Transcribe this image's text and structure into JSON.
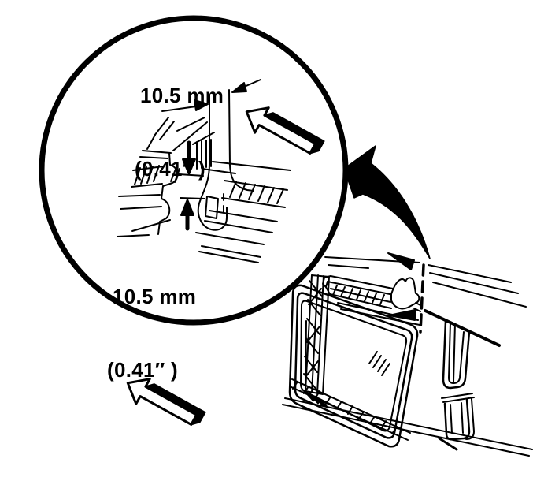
{
  "canvas": {
    "background": "#ffffff",
    "ink": "#000000"
  },
  "detail_circle": {
    "callout_top": {
      "metric": "10.5 mm",
      "imperial": "(0.41″ )"
    },
    "callout_bottom": {
      "metric": "10.5 mm",
      "imperial": "(0.41″ )"
    }
  },
  "icons": {
    "detail_circle": "magnified-cross-section-circle",
    "curved_arrow": "curved-reference-arrow",
    "block_arrow_upper": "direction-block-arrow",
    "block_arrow_lower": "direction-block-arrow",
    "pointer_arrow_left": "thin-pointer-arrow",
    "pointer_arrow_right": "thin-pointer-arrow",
    "dimension_arrow_down": "solid-dimension-arrow",
    "dimension_arrow_up": "solid-dimension-arrow",
    "dashed_marker": "detail-source-dashed-line",
    "small_arrow_top": "small-solid-arrow",
    "small_arrow_bottom": "small-solid-arrow"
  }
}
